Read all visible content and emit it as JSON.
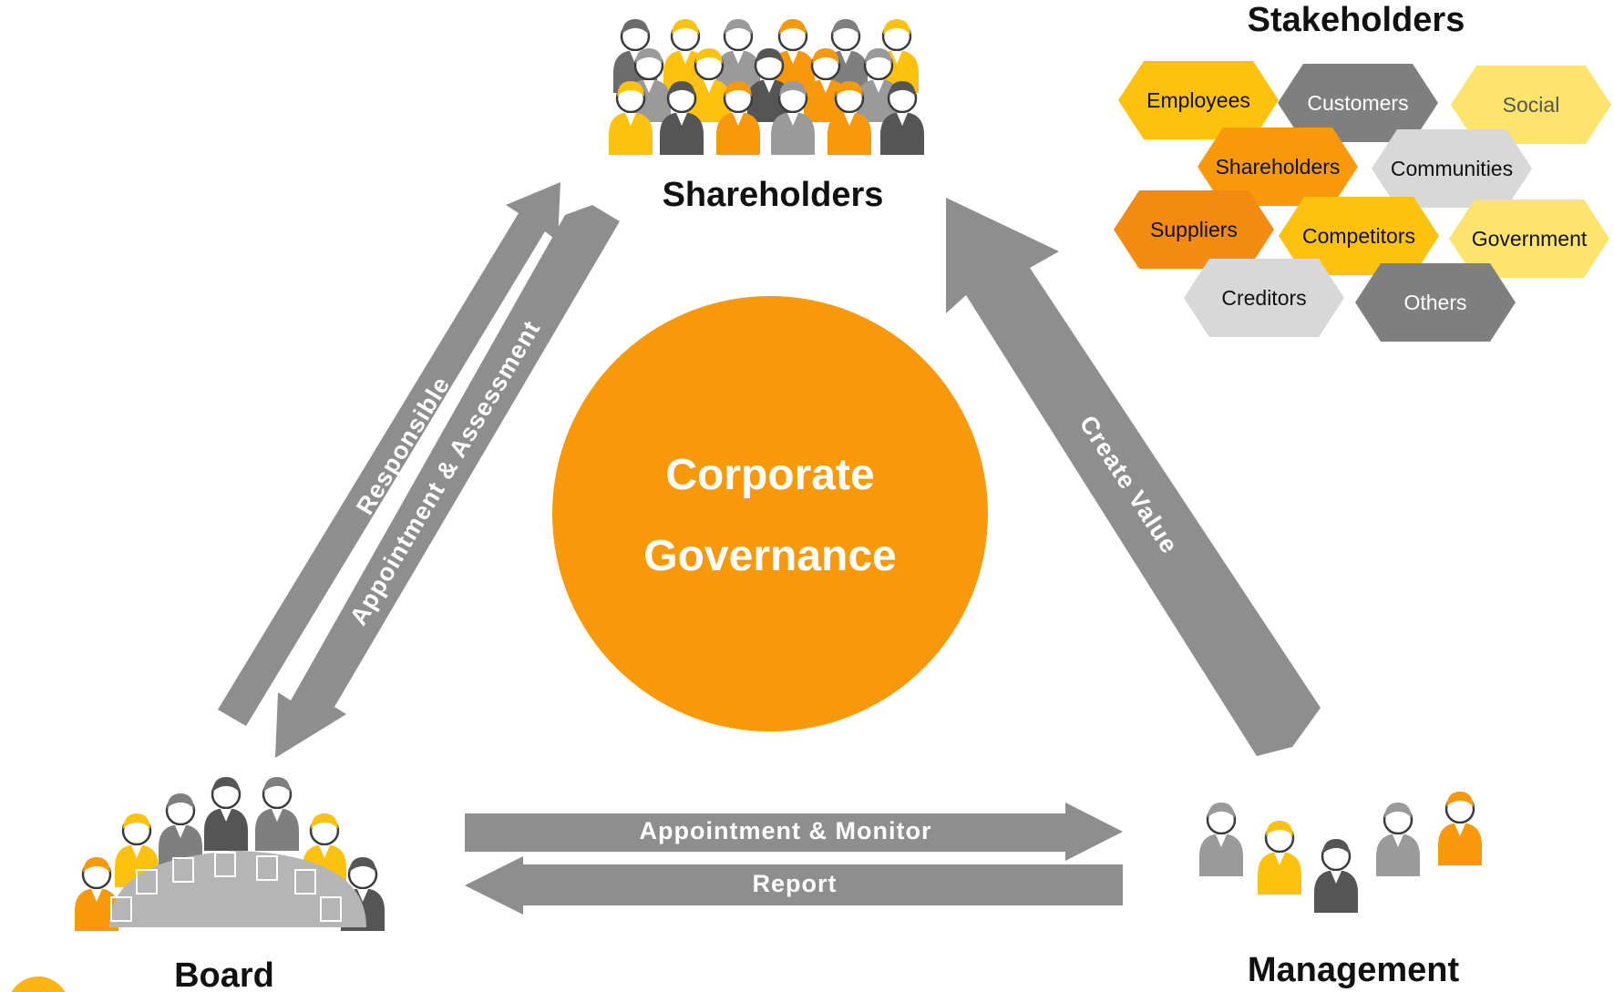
{
  "colors": {
    "orange": "#F7990B",
    "deep_orange": "#F38A11",
    "yellow": "#FDC20F",
    "light_yellow": "#FDE46E",
    "gray": "#7F7F7F",
    "light_gray": "#D8D8D8",
    "arrow_gray": "#8E8E8E"
  },
  "center": {
    "line1": "Corporate",
    "line2": "Governance"
  },
  "nodes": {
    "shareholders": "Shareholders",
    "board": "Board",
    "management": "Management"
  },
  "arrows": {
    "responsible": "Responsible",
    "appointment_assessment": "Appointment & Assessment",
    "create_value": "Create Value",
    "appointment_monitor": "Appointment & Monitor",
    "report": "Report"
  },
  "stakeholders": {
    "title": "Stakeholders",
    "items": [
      {
        "label": "Employees",
        "color": "#FDC20F",
        "text_color": "#111111"
      },
      {
        "label": "Customers",
        "color": "#7F7F7F",
        "text_color": "#ffffff"
      },
      {
        "label": "Social",
        "color": "#FDE46E",
        "text_color": "#555555"
      },
      {
        "label": "Shareholders",
        "color": "#F7990B",
        "text_color": "#111111"
      },
      {
        "label": "Communities",
        "color": "#D8D8D8",
        "text_color": "#111111"
      },
      {
        "label": "Suppliers",
        "color": "#F38A11",
        "text_color": "#111111"
      },
      {
        "label": "Competitors",
        "color": "#FDC20F",
        "text_color": "#111111"
      },
      {
        "label": "Government",
        "color": "#FDE46E",
        "text_color": "#111111"
      },
      {
        "label": "Creditors",
        "color": "#D8D8D8",
        "text_color": "#111111"
      },
      {
        "label": "Others",
        "color": "#7F7F7F",
        "text_color": "#ffffff"
      }
    ]
  }
}
